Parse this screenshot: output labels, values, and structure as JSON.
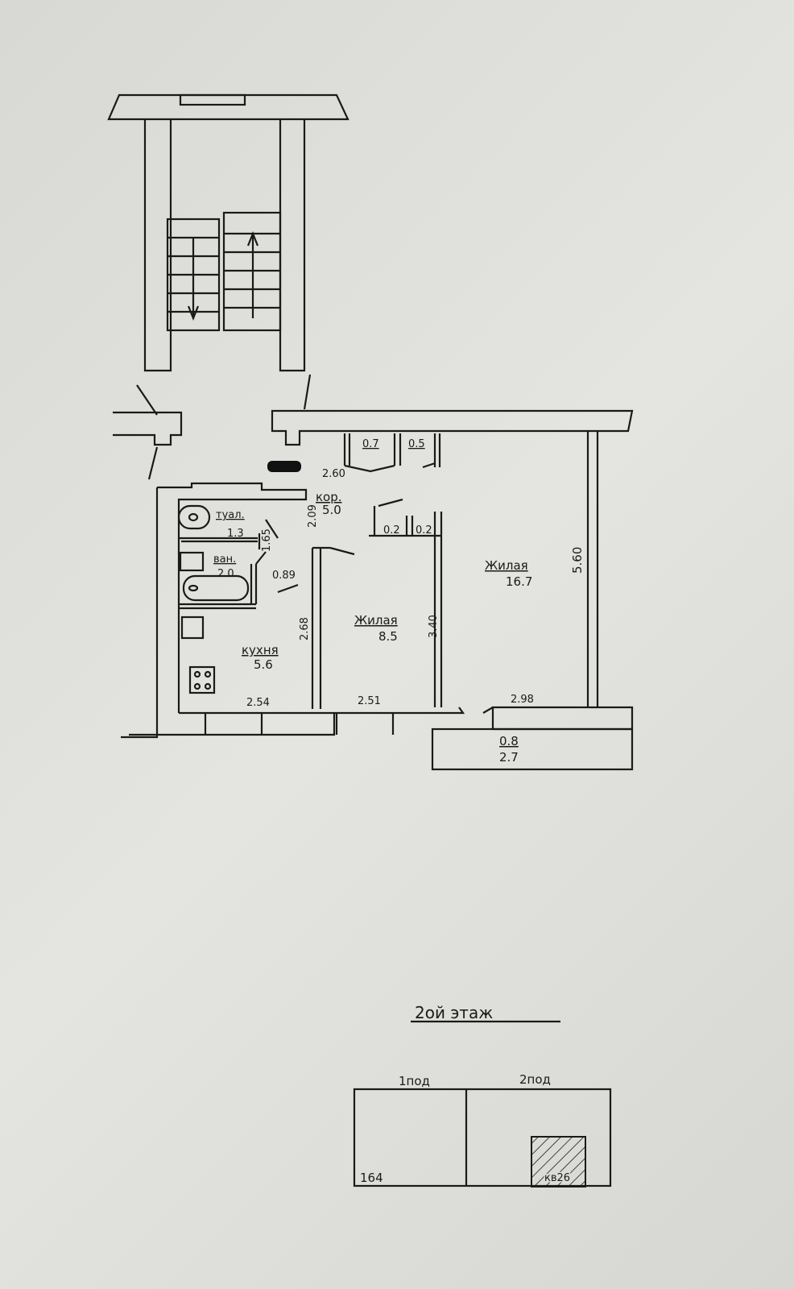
{
  "rooms": {
    "corridor": {
      "name": "кор.",
      "area": "5.0"
    },
    "toilet": {
      "name": "туал.",
      "area": "1.3"
    },
    "bath": {
      "name": "ван.",
      "area": "2.0"
    },
    "kitchen": {
      "name": "кухня",
      "area": "5.6"
    },
    "living_small": {
      "name": "Жилая",
      "area": "8.5"
    },
    "living_large": {
      "name": "Жилая",
      "area": "16.7"
    },
    "closet_1": {
      "area": "0.7"
    },
    "closet_2": {
      "area": "0.5"
    },
    "closet_3": {
      "area": "0.2"
    },
    "closet_4": {
      "area": "0.2"
    },
    "balcony": {
      "area": "0.8",
      "length": "2.7"
    }
  },
  "dimensions": [
    "2.60",
    "2.09",
    "1.65",
    "0.89",
    "2.68",
    "3.40",
    "5.60",
    "2.54",
    "2.51",
    "2.98"
  ],
  "floor_label": "2ой этаж",
  "key_plan": {
    "entrance_1": "1под",
    "entrance_2": "2под",
    "apartment_number_start": "164",
    "apartment": "кв26"
  },
  "colors": {
    "ink": "#1a1a1a",
    "paper": "#dcdcd8"
  }
}
